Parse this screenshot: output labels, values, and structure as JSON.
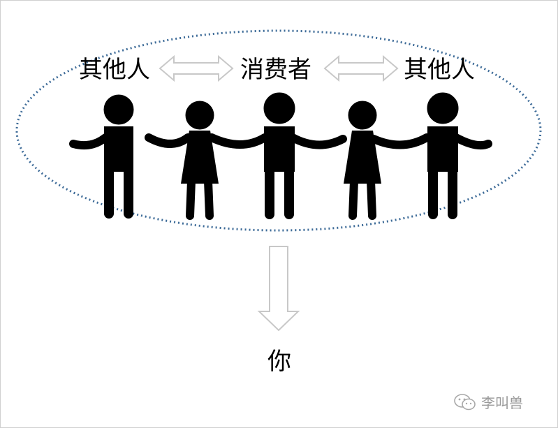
{
  "labels": {
    "left_other": "其他人",
    "consumer": "消费者",
    "right_other": "其他人",
    "you": "你"
  },
  "watermark": {
    "text": "李叫兽",
    "icon": "wechat-icon"
  },
  "colors": {
    "ellipse_stroke": "#3d6b98",
    "arrow_stroke": "#c8c8c8",
    "figure_fill": "#000000",
    "watermark_text": "#9a9a9a"
  },
  "figures": [
    {
      "role": "person",
      "kind": "man"
    },
    {
      "role": "person",
      "kind": "woman"
    },
    {
      "role": "person",
      "kind": "man"
    },
    {
      "role": "person",
      "kind": "woman"
    },
    {
      "role": "person",
      "kind": "man"
    }
  ]
}
